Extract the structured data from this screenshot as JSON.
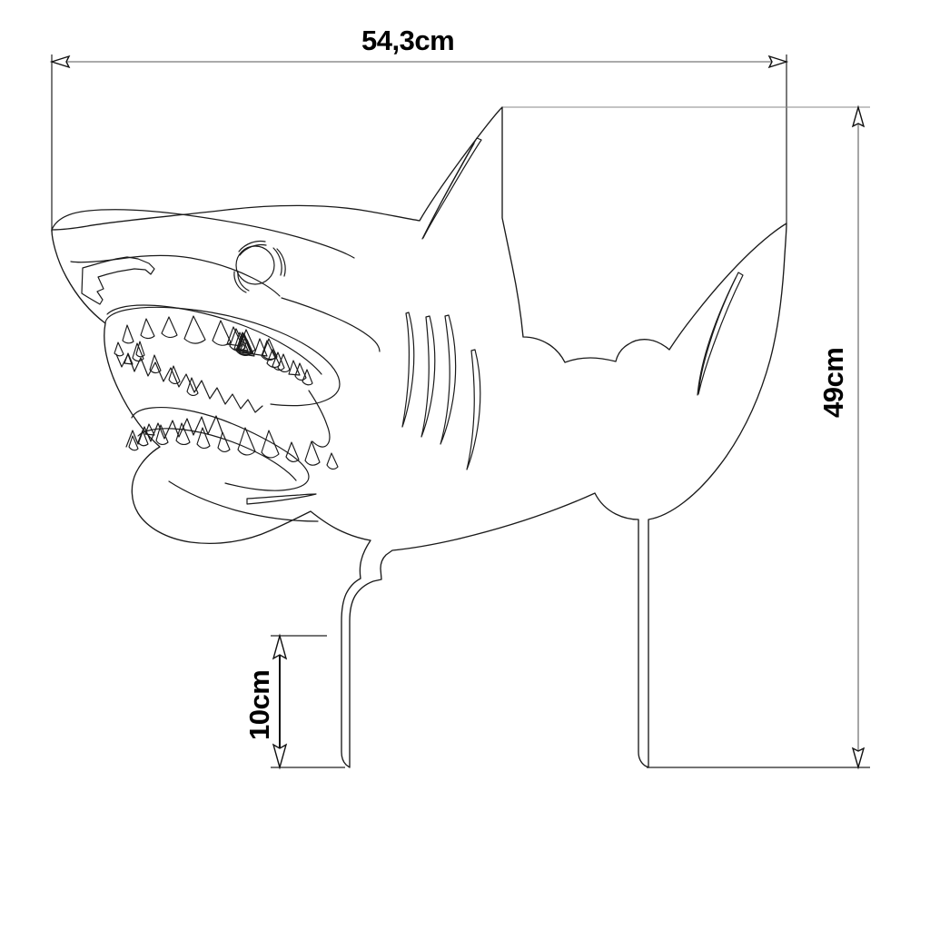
{
  "drawing": {
    "type": "technical-dimension-drawing",
    "subject": "shark-silhouette",
    "background_color": "#ffffff",
    "line_color": "#1a1a1a",
    "dimension_line_color": "#8f8f8f",
    "label_color": "#000000"
  },
  "dimensions": {
    "width": {
      "value": "54,3cm",
      "orientation": "horizontal",
      "position": "top",
      "numeric_cm": 54.3
    },
    "height": {
      "value": "49cm",
      "orientation": "vertical",
      "position": "right",
      "numeric_cm": 49
    },
    "stake": {
      "value": "10cm",
      "orientation": "vertical",
      "position": "bottom-left",
      "numeric_cm": 10
    }
  },
  "features": {
    "eye": "eye-circle",
    "nostril": "nostril-notch",
    "gills": "gill-slits",
    "mouth": "open-mouth-with-teeth",
    "dorsal_fin": "dorsal-fin",
    "pectoral_fin": "pectoral-fin",
    "caudal_fin": "tail-fin",
    "pelvic_fin": "pelvic-fin",
    "stakes": "ground-mounting-stakes",
    "tooth_count_upper": 13,
    "tooth_count_lower": 12
  }
}
